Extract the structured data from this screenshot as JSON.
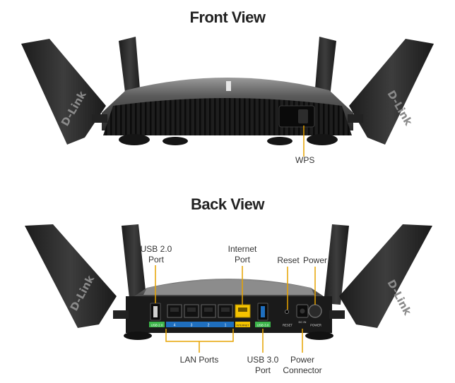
{
  "front": {
    "title": "Front View",
    "wps_label": "WPS",
    "brand": "D-Link"
  },
  "back": {
    "title": "Back View",
    "brand": "D-Link",
    "callouts": {
      "usb2_line1": "USB 2.0",
      "usb2_line2": "Port",
      "internet_line1": "Internet",
      "internet_line2": "Port",
      "reset": "Reset",
      "power": "Power",
      "lan": "LAN Ports",
      "usb3_line1": "USB 3.0",
      "usb3_line2": "Port",
      "powercon_line1": "Power",
      "powercon_line2": "Connector"
    },
    "panel": {
      "usb2_tag": "USB 2.0",
      "lan_numbers": [
        "4",
        "3",
        "2",
        "1"
      ],
      "internet_tag": "INTERNET",
      "usb3_tag": "USB 3.0",
      "reset_tag": "RESET",
      "dcin_tag": "DC IN",
      "power_tag": "POWER"
    }
  },
  "colors": {
    "usb_green": "#3cb54a",
    "lan_blue": "#1f6fbf",
    "internet_yellow": "#f5c300",
    "callout_line": "#e6a300"
  }
}
